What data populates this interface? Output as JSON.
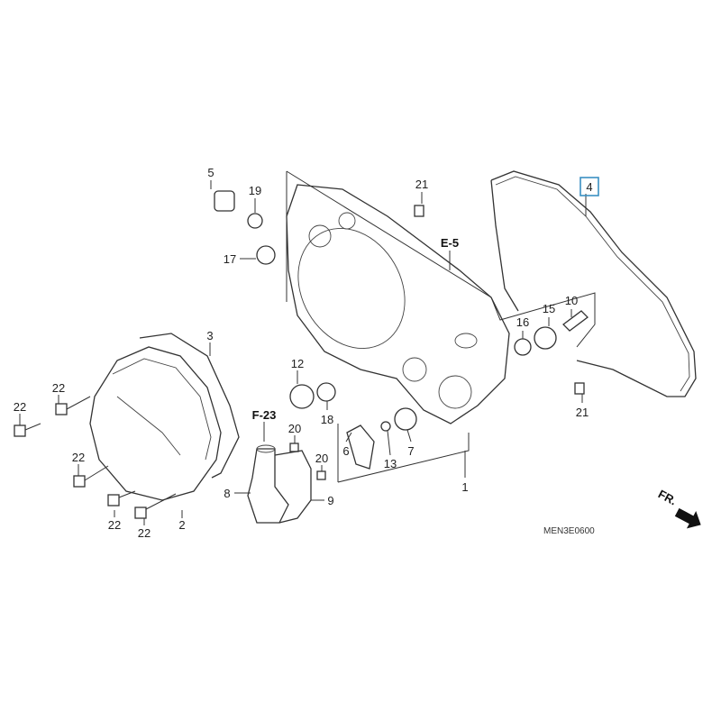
{
  "diagram": {
    "code": "MEN3E0600",
    "front_marker": "FR.",
    "highlight_color": "#3a8fc2",
    "refs": {
      "e5": "E-5",
      "f23": "F-23"
    },
    "labels": {
      "p1": "1",
      "p2": "2",
      "p3": "3",
      "p4": "4",
      "p5": "5",
      "p6": "6",
      "p7": "7",
      "p8": "8",
      "p9": "9",
      "p10": "10",
      "p12": "12",
      "p13": "13",
      "p15": "15",
      "p16": "16",
      "p17": "17",
      "p18": "18",
      "p19": "19",
      "p20a": "20",
      "p20b": "20",
      "p21a": "21",
      "p21b": "21",
      "p22a": "22",
      "p22b": "22",
      "p22c": "22",
      "p22d": "22",
      "p22e": "22"
    }
  }
}
